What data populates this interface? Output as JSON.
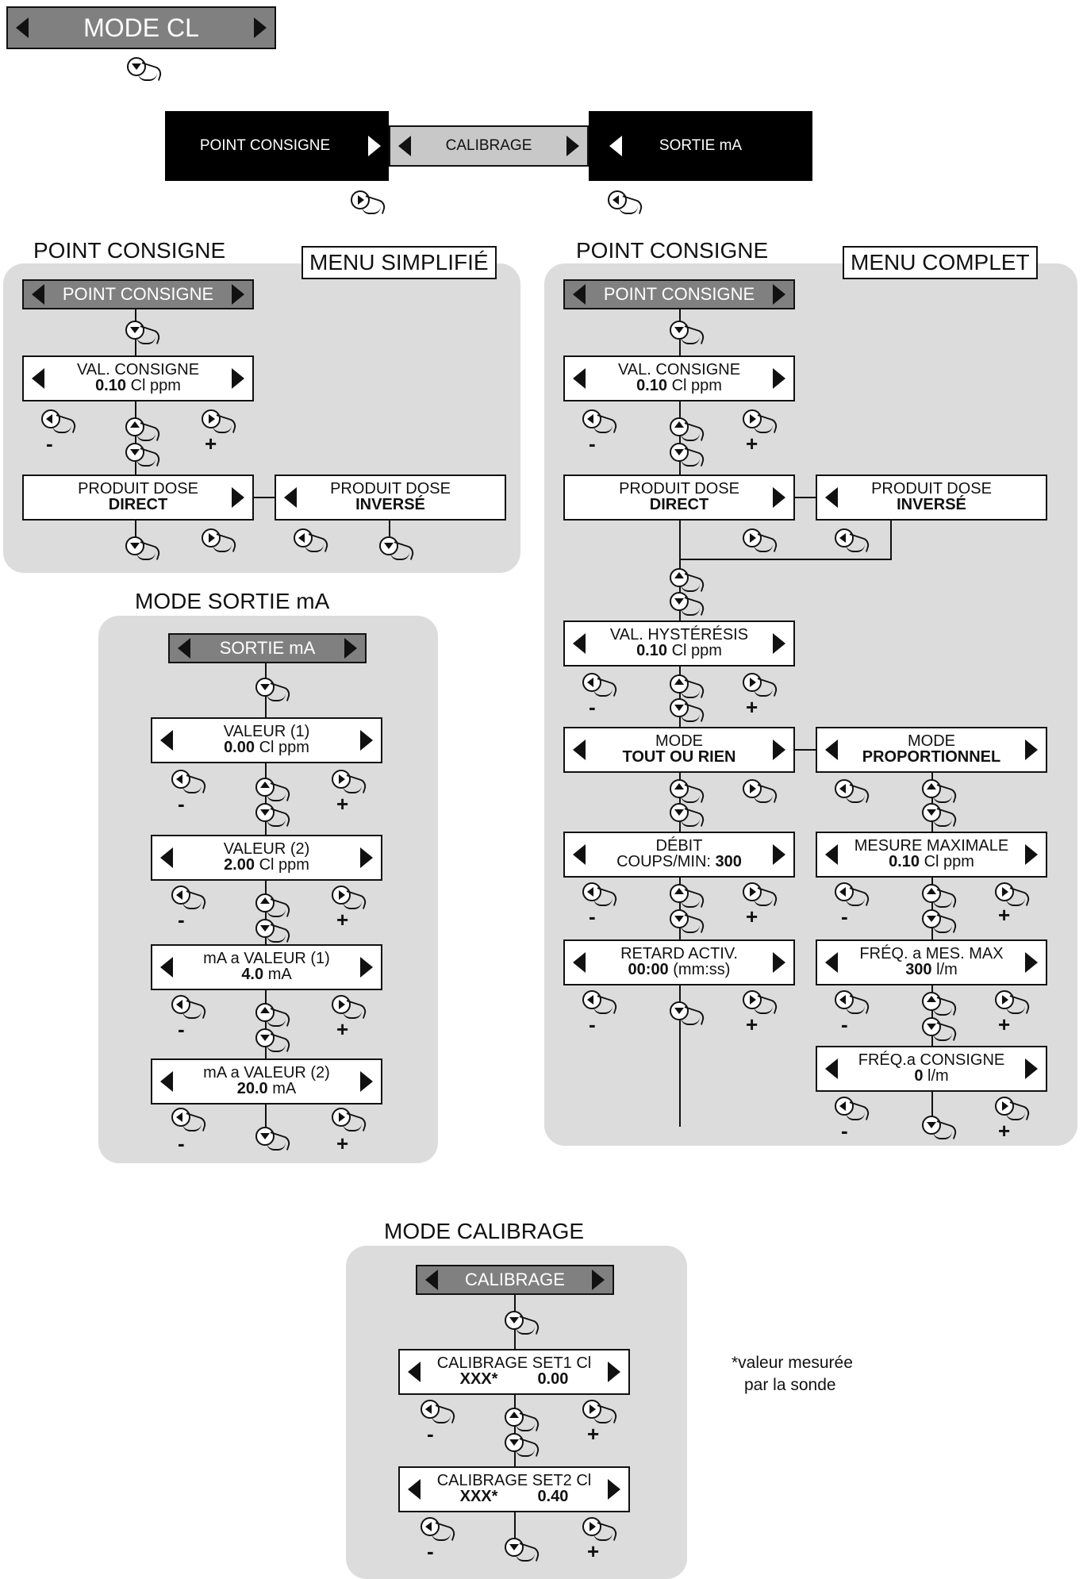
{
  "top": {
    "mode_cl": "MODE CL",
    "point_consigne": "POINT CONSIGNE",
    "calibrage": "CALIBRAGE",
    "sortie_ma": "SORTIE mA"
  },
  "simple": {
    "section_title": "POINT CONSIGNE",
    "menu_tag": "MENU SIMPLIFIÉ",
    "header": "POINT CONSIGNE",
    "val_consigne_label": "VAL. CONSIGNE",
    "val_consigne_value": "0.10",
    "val_consigne_unit": "Cl ppm",
    "direct_l1": "PRODUIT DOSE",
    "direct_l2": "DIRECT",
    "inverse_l1": "PRODUIT DOSE",
    "inverse_l2": "INVERSÉ",
    "minus": "-",
    "plus": "+"
  },
  "complet": {
    "section_title": "POINT CONSIGNE",
    "menu_tag": "MENU COMPLET",
    "header": "POINT CONSIGNE",
    "val_consigne_label": "VAL. CONSIGNE",
    "val_consigne_value": "0.10",
    "val_consigne_unit": "Cl ppm",
    "direct_l1": "PRODUIT DOSE",
    "direct_l2": "DIRECT",
    "inverse_l1": "PRODUIT DOSE",
    "inverse_l2": "INVERSÉ",
    "hyst_label": "VAL. HYSTÉRÉSIS",
    "hyst_value": "0.10",
    "hyst_unit": "Cl ppm",
    "mode_tor_l1": "MODE",
    "mode_tor_l2": "TOUT OU RIEN",
    "mode_prop_l1": "MODE",
    "mode_prop_l2": "PROPORTIONNEL",
    "debit_l1": "DÉBIT",
    "debit_l2_text": "COUPS/MIN:",
    "debit_l2_value": "300",
    "mesmax_l1": "MESURE MAXIMALE",
    "mesmax_value": "0.10",
    "mesmax_unit": "Cl ppm",
    "retard_l1": "RETARD ACTIV.",
    "retard_value": "00:00",
    "retard_unit": "(mm:ss)",
    "freqmax_l1": "FRÉQ. a MES. MAX",
    "freqmax_value": "300",
    "freqmax_unit": "l/m",
    "freqcons_l1": "FRÉQ.a CONSIGNE",
    "freqcons_value": "0",
    "freqcons_unit": "l/m",
    "minus": "-",
    "plus": "+"
  },
  "sortie": {
    "section_title": "MODE SORTIE mA",
    "header": "SORTIE mA",
    "v1_label": "VALEUR (1)",
    "v1_value": "0.00",
    "v1_unit": "Cl ppm",
    "v2_label": "VALEUR (2)",
    "v2_value": "2.00",
    "v2_unit": "Cl ppm",
    "ma1_label": "mA a VALEUR (1)",
    "ma1_value": "4.0",
    "ma1_unit": "mA",
    "ma2_label": "mA a VALEUR (2)",
    "ma2_value": "20.0",
    "ma2_unit": "mA",
    "minus": "-",
    "plus": "+"
  },
  "calib": {
    "section_title": "MODE CALIBRAGE",
    "header": "CALIBRAGE",
    "set1_label": "CALIBRAGE SET1 Cl",
    "set1_xxx": "XXX*",
    "set1_value": "0.00",
    "set2_label": "CALIBRAGE SET2 Cl",
    "set2_xxx": "XXX*",
    "set2_value": "0.40",
    "minus": "-",
    "plus": "+"
  },
  "note": {
    "line1": "*valeur mesurée",
    "line2": "par la sonde"
  }
}
